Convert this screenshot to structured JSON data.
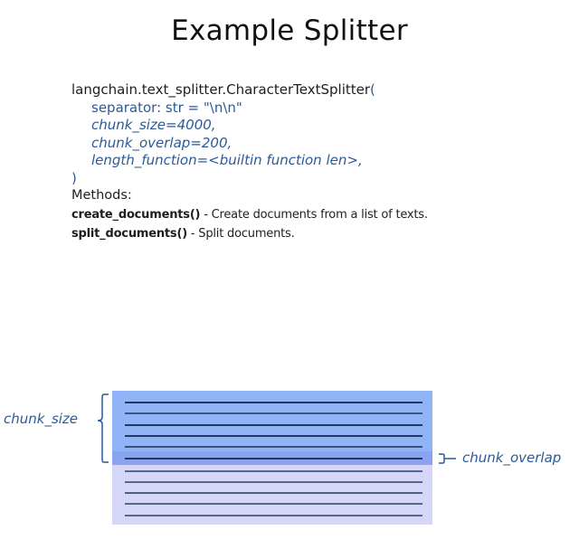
{
  "title": "Example Splitter",
  "signature": {
    "head": "langchain.text_splitter.CharacterTextSplitter",
    "open_paren": "(",
    "params": [
      "separator: str = \"\\n\\n\"",
      "chunk_size=4000,",
      "chunk_overlap=200,",
      "length_function=<builtin function len>,"
    ],
    "close_paren": ")"
  },
  "methods": {
    "heading": "Methods:",
    "items": [
      {
        "name": "create_documents",
        "parens": "()",
        "desc": " - Create documents from a list of texts."
      },
      {
        "name": "split_documents",
        "parens": "()",
        "desc": " - Split documents."
      }
    ]
  },
  "diagram": {
    "chunk_size_label": "chunk_size",
    "chunk_overlap_label": "chunk_overlap",
    "colors": {
      "chunk1": "#90b4f7",
      "overlap": "#8aa2f2",
      "chunk2": "#d6d6f8",
      "line": "#1f3a5c",
      "label": "#2a5a97"
    },
    "line_count": 11
  }
}
